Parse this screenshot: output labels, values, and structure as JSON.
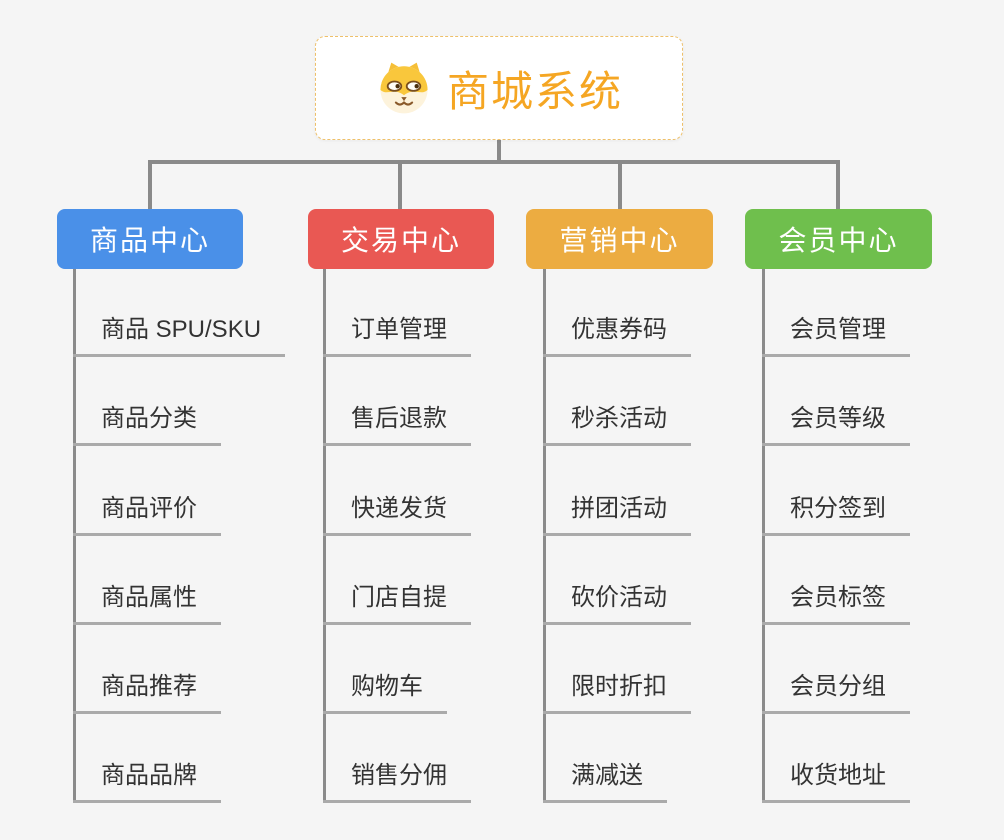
{
  "canvas": {
    "background": "#F5F5F5"
  },
  "root": {
    "title": "商城系统",
    "icon": "shiba-dog-icon",
    "accent_color": "#F5A623",
    "border_color": "#EEC06A",
    "background": "#FFFFFF"
  },
  "connectors": {
    "color": "#8A8A8A",
    "leaf_underline_color": "#AAAAAA"
  },
  "leaf_text_color": "#333333",
  "branches": [
    {
      "label": "商品中心",
      "color": "#4A90E8",
      "items": [
        "商品 SPU/SKU",
        "商品分类",
        "商品评价",
        "商品属性",
        "商品推荐",
        "商品品牌"
      ]
    },
    {
      "label": "交易中心",
      "color": "#E95853",
      "items": [
        "订单管理",
        "售后退款",
        "快递发货",
        "门店自提",
        "购物车",
        "销售分佣"
      ]
    },
    {
      "label": "营销中心",
      "color": "#ECAC41",
      "items": [
        "优惠券码",
        "秒杀活动",
        "拼团活动",
        "砍价活动",
        "限时折扣",
        "满减送"
      ]
    },
    {
      "label": "会员中心",
      "color": "#6FBF4D",
      "items": [
        "会员管理",
        "会员等级",
        "积分签到",
        "会员标签",
        "会员分组",
        "收货地址"
      ]
    }
  ]
}
